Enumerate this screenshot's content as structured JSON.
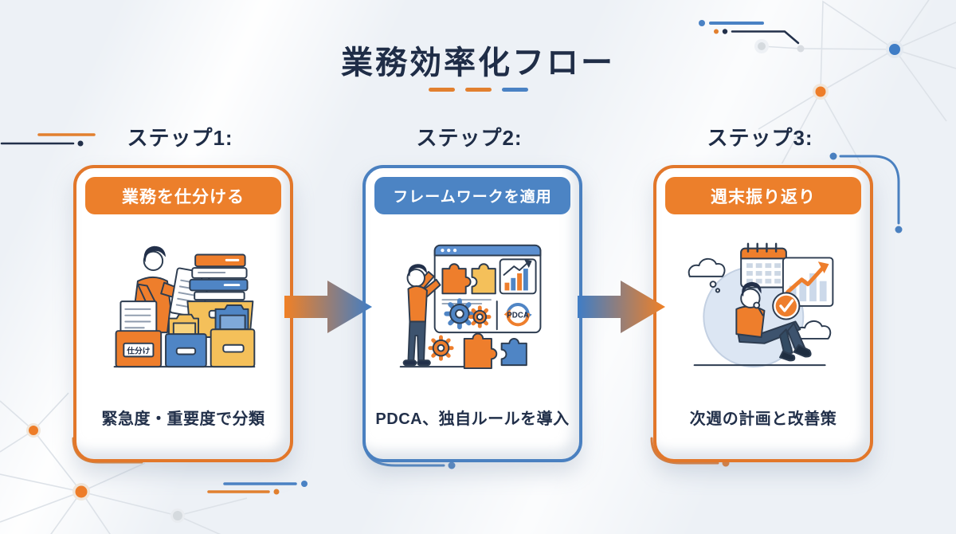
{
  "title": "業務効率化フロー",
  "steps": [
    {
      "label": "ステップ1:",
      "header": "業務を仕分ける",
      "caption": "緊急度・重要度で分類"
    },
    {
      "label": "ステップ2:",
      "header": "フレームワークを適用",
      "caption": "PDCA、独自ルールを導入"
    },
    {
      "label": "ステップ3:",
      "header": "週末振り返り",
      "caption": "次週の計画と改善策"
    }
  ],
  "illustrations": {
    "sort_box_label": "仕分け",
    "pdca_label": "PDCA"
  },
  "colors": {
    "orange_accent": "#E8792B",
    "blue_accent": "#4A80C0",
    "navy_text": "#22304A",
    "background": "#EEF2F6"
  }
}
